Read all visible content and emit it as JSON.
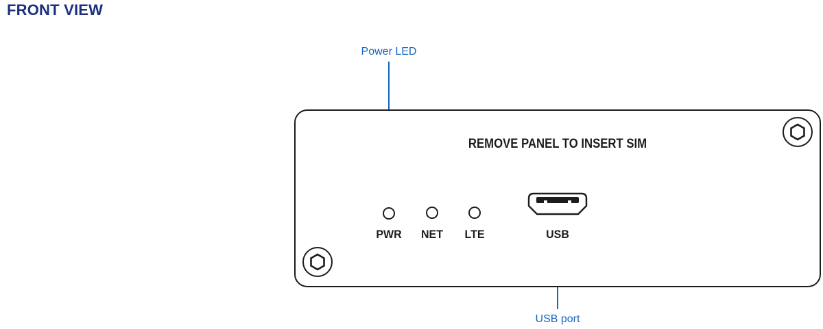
{
  "page": {
    "title": "FRONT VIEW"
  },
  "callouts": {
    "power_led": "Power LED",
    "usb_port": "USB port"
  },
  "panel": {
    "instruction": "REMOVE PANEL TO INSERT SIM",
    "leds": [
      {
        "label": "PWR"
      },
      {
        "label": "NET"
      },
      {
        "label": "LTE"
      }
    ],
    "usb_label": "USB"
  },
  "icons": [
    {
      "name": "hex-screw-top-right"
    },
    {
      "name": "hex-screw-bottom-left"
    },
    {
      "name": "pwr-led-indicator"
    },
    {
      "name": "net-led-indicator"
    },
    {
      "name": "lte-led-indicator"
    },
    {
      "name": "micro-usb-port"
    }
  ],
  "colors": {
    "title_navy": "#1b2f7d",
    "callout_blue": "#1565c0",
    "outline_black": "#1c1c1c"
  }
}
